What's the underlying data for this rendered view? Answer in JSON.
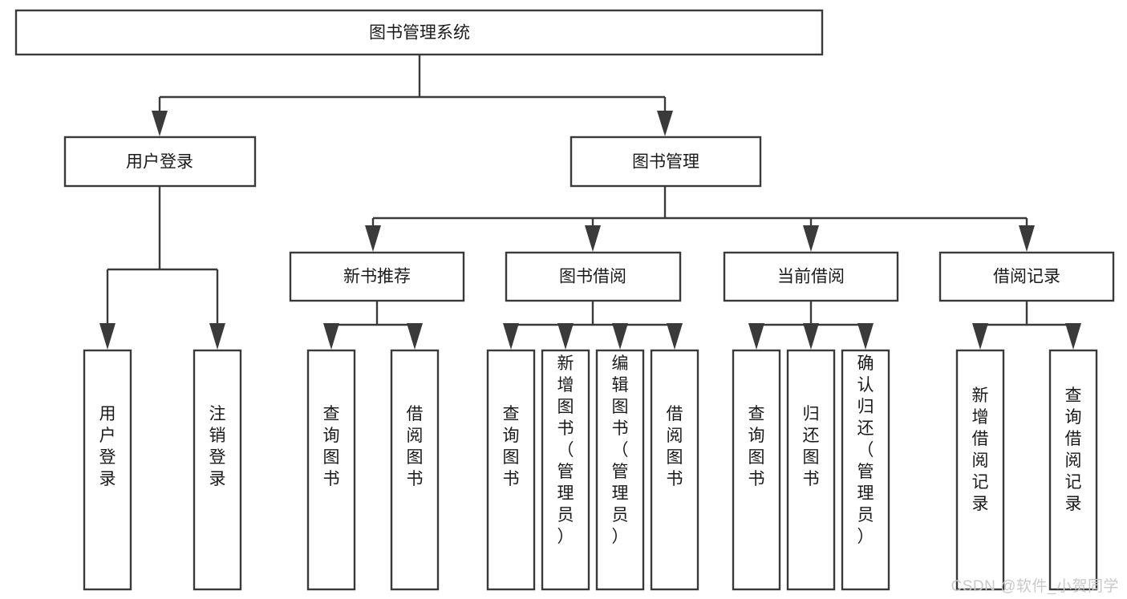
{
  "diagram": {
    "type": "tree-hierarchy",
    "title": "图书管理系统",
    "orientation": "top-down",
    "colors": {
      "box_stroke": "#3a3a3a",
      "box_fill": "#ffffff",
      "connector": "#3a3a3a",
      "text": "#1a1a1a",
      "watermark": "#c9c9c9",
      "background": "#ffffff"
    },
    "root": {
      "label": "图书管理系统"
    },
    "level2": [
      {
        "label": "用户登录"
      },
      {
        "label": "图书管理"
      }
    ],
    "level3": [
      {
        "label": "新书推荐"
      },
      {
        "label": "图书借阅"
      },
      {
        "label": "当前借阅"
      },
      {
        "label": "借阅记录"
      }
    ],
    "leaves": {
      "user_login": [
        {
          "label": "用户登录"
        },
        {
          "label": "注销登录"
        }
      ],
      "new_book_recommend": [
        {
          "label": "查询图书"
        },
        {
          "label": "借阅图书"
        }
      ],
      "book_borrow": [
        {
          "label": "查询图书"
        },
        {
          "label": "新增图书（管理员）"
        },
        {
          "label": "编辑图书（管理员）"
        },
        {
          "label": "借阅图书"
        }
      ],
      "current_borrow": [
        {
          "label": "查询图书"
        },
        {
          "label": "归还图书"
        },
        {
          "label": "确认归还（管理员）"
        }
      ],
      "borrow_record": [
        {
          "label": "新增借阅记录"
        },
        {
          "label": "查询借阅记录"
        }
      ]
    }
  },
  "watermark": {
    "text": "CSDN @软件_小贺同学"
  }
}
